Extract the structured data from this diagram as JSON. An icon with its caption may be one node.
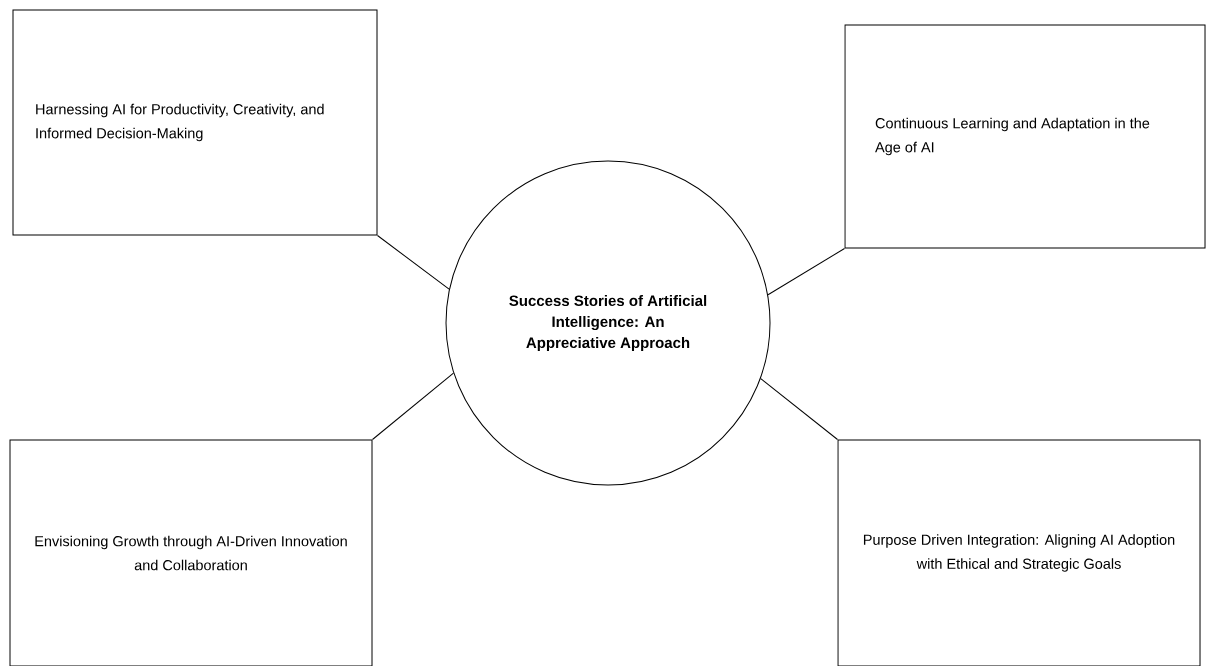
{
  "diagram": {
    "nodes": [
      {
        "text": [
          "Harnessing AI for Productivity, Creativity, and Informed Decision-Making"
        ]
      },
      {
        "text": [
          "Continuous Learning and Adaptation in the Age of AI"
        ]
      },
      {
        "text": [
          "Success Stories of Artificial Intelligence: An Appreciative Approach"
        ]
      },
      {
        "text": [
          "Envisioning Growth through AI-Driven Innovation and Collaboration"
        ]
      },
      {
        "text": [
          "Purpose Driven Integration: Aligning AI Adoption with Ethical and Strategic Goals"
        ]
      }
    ],
    "edges": [
      {
        "from": 2,
        "to": 0,
        "arrow": "none"
      },
      {
        "from": 2,
        "to": 1,
        "arrow": "none"
      },
      {
        "from": 2,
        "to": 3,
        "arrow": "none"
      },
      {
        "from": 2,
        "to": 4,
        "arrow": "none"
      }
    ]
  }
}
